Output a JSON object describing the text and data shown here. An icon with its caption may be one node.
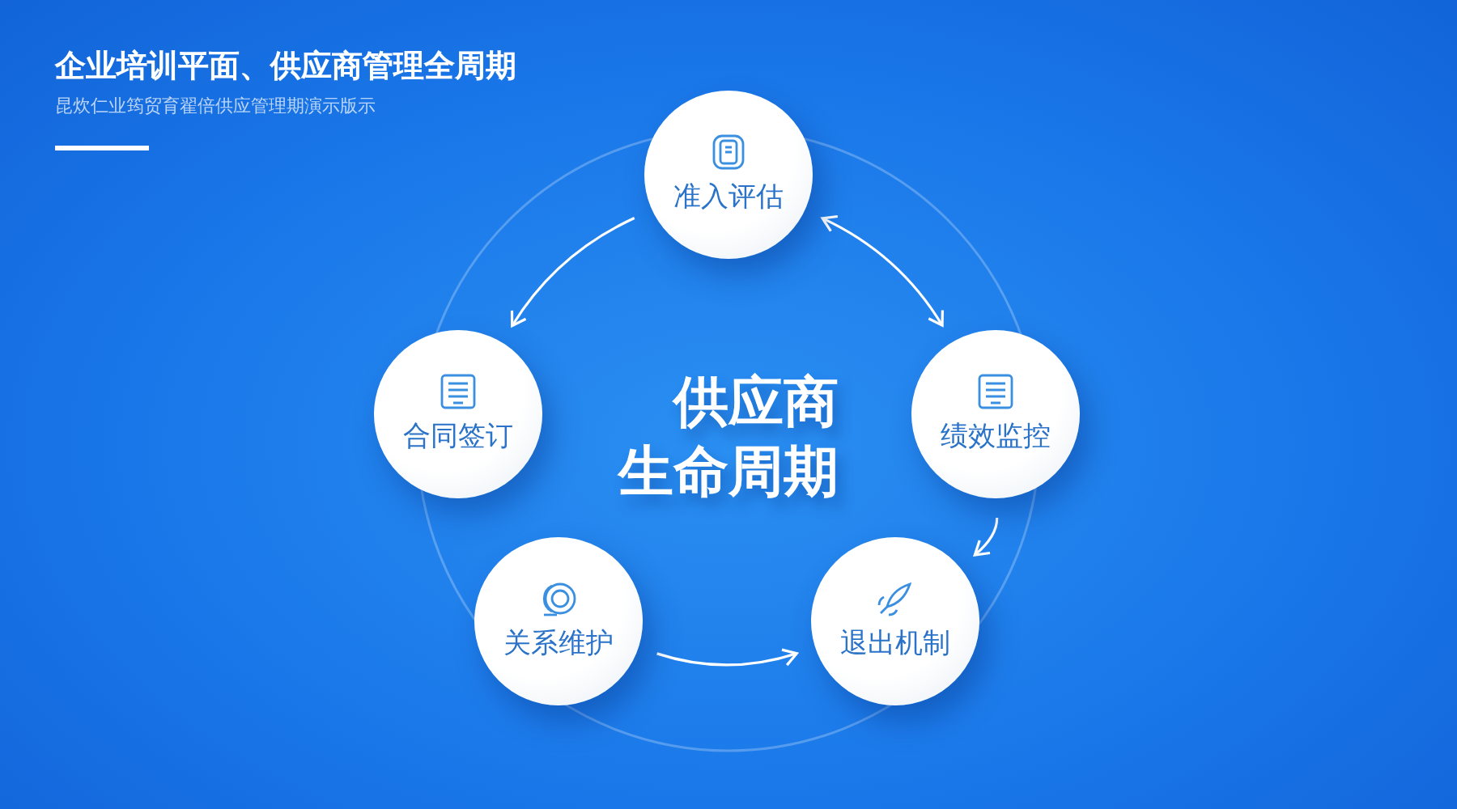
{
  "diagram": {
    "title": "企业培训平面、供应商管理全周期",
    "caption": "昆炊仁业筠贸育翟倍供应管理期演示版示",
    "nodes": [
      {
        "text": [
          "准入评估"
        ]
      },
      {
        "text": [
          "绩效监控"
        ]
      },
      {
        "text": [
          "退出机制"
        ]
      },
      {
        "text": [
          "关系维护"
        ]
      },
      {
        "text": [
          "合同签订"
        ]
      }
    ],
    "edges": [
      {
        "from": 0,
        "to": 4,
        "arrow": "to"
      },
      {
        "from": 0,
        "to": 1,
        "arrow": "both"
      },
      {
        "from": 1,
        "to": 2,
        "arrow": "to"
      },
      {
        "from": 3,
        "to": 2,
        "arrow": "to"
      }
    ],
    "labels": [
      "供应商生命周期"
    ]
  }
}
